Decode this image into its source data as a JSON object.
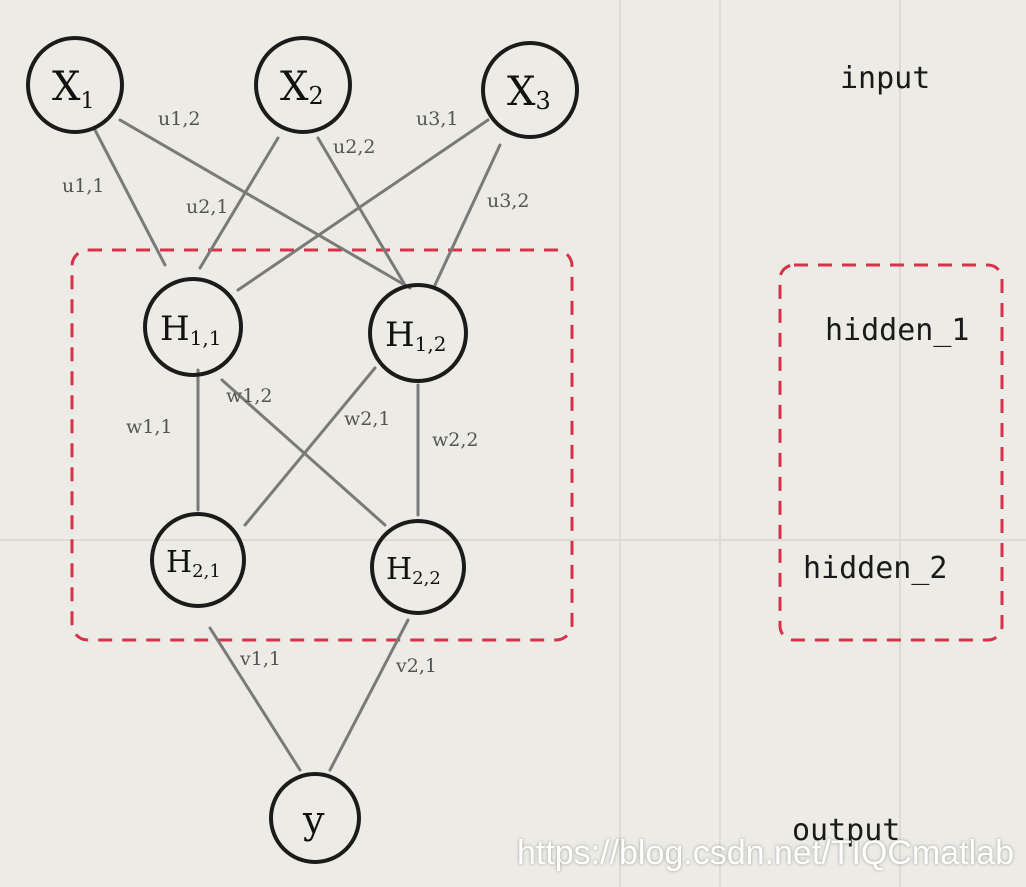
{
  "layers": {
    "input": "input",
    "hidden_1": "hidden_1",
    "hidden_2": "hidden_2",
    "output": "output"
  },
  "nodes": {
    "x1": {
      "main": "X",
      "sub": "1"
    },
    "x2": {
      "main": "X",
      "sub": "2"
    },
    "x3": {
      "main": "X",
      "sub": "3"
    },
    "h11": {
      "main": "H",
      "sub": "1,1"
    },
    "h12": {
      "main": "H",
      "sub": "1,2"
    },
    "h21": {
      "main": "H",
      "sub": "2,1"
    },
    "h22": {
      "main": "H",
      "sub": "2,2"
    },
    "y": {
      "main": "y",
      "sub": ""
    }
  },
  "weights": {
    "u11": "u1,1",
    "u12": "u1,2",
    "u21": "u2,1",
    "u22": "u2,2",
    "u31": "u3,1",
    "u32": "u3,2",
    "w11": "w1,1",
    "w12": "w1,2",
    "w21": "w2,1",
    "w22": "w2,2",
    "v11": "v1,1",
    "v21": "v2,1"
  },
  "watermark": "https://blog.csdn.net/TIQCmatlab",
  "colors": {
    "ink": "#1b1b1b",
    "edge": "#7a7a7a",
    "dashed_box": "#d6324a",
    "paper": "#ecebe6"
  }
}
